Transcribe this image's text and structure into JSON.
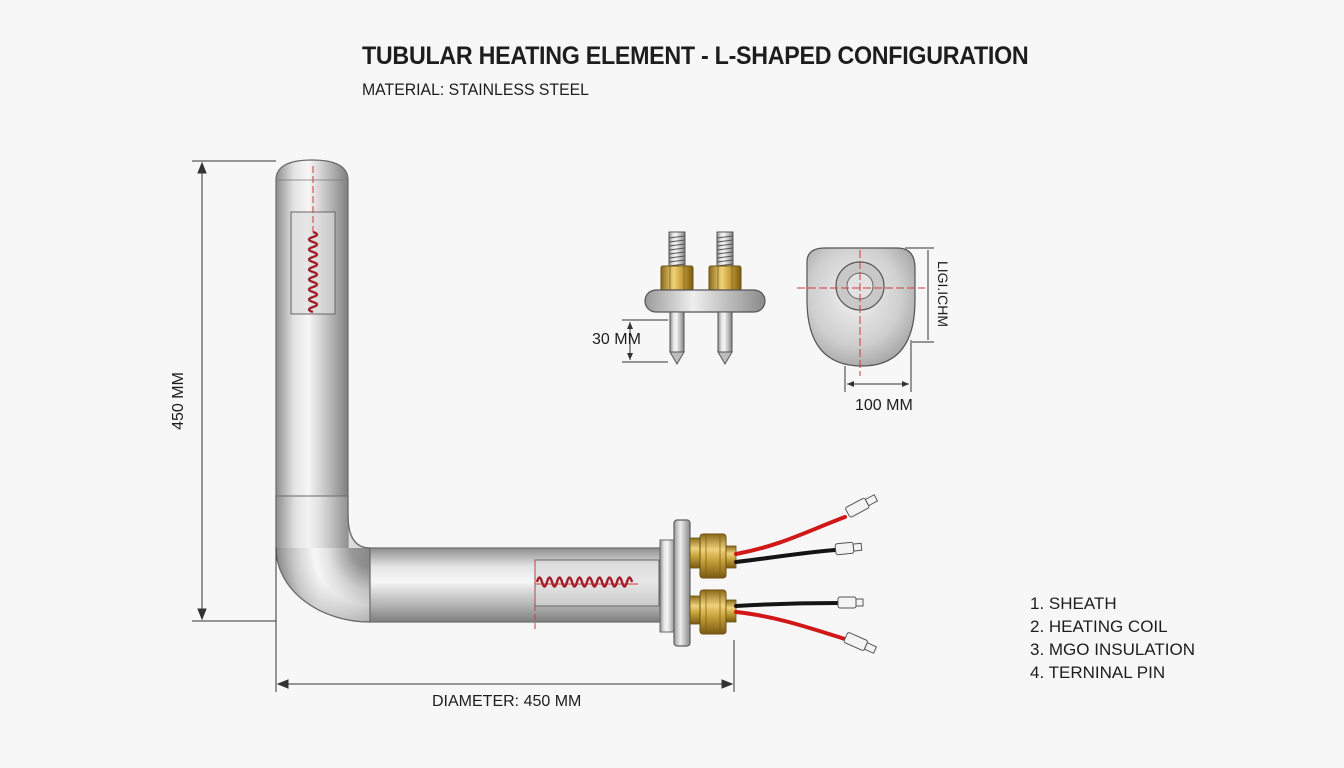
{
  "title": "TUBULAR HEATING ELEMENT - L-SHAPED CONFIGURATION",
  "subtitle": "MATERIAL: STAINLESS STEEL",
  "dimensions": {
    "height": "450 MM",
    "diameter": "DIAMETER: 450 MM",
    "pin_length": "30 MM",
    "flange_width": "100 MM",
    "side_label": "LIGI.ICHM"
  },
  "legend": [
    "1. SHEATH",
    "2. HEATING COIL",
    "3. MGO INSULATION",
    "4. TERNINAL PIN"
  ],
  "colors": {
    "coil": "#a3202a",
    "dimension_line": "#333333",
    "center_line": "#d23a3a",
    "wire_red": "#d01818",
    "wire_black": "#151515",
    "brass": "#c9a23a"
  }
}
